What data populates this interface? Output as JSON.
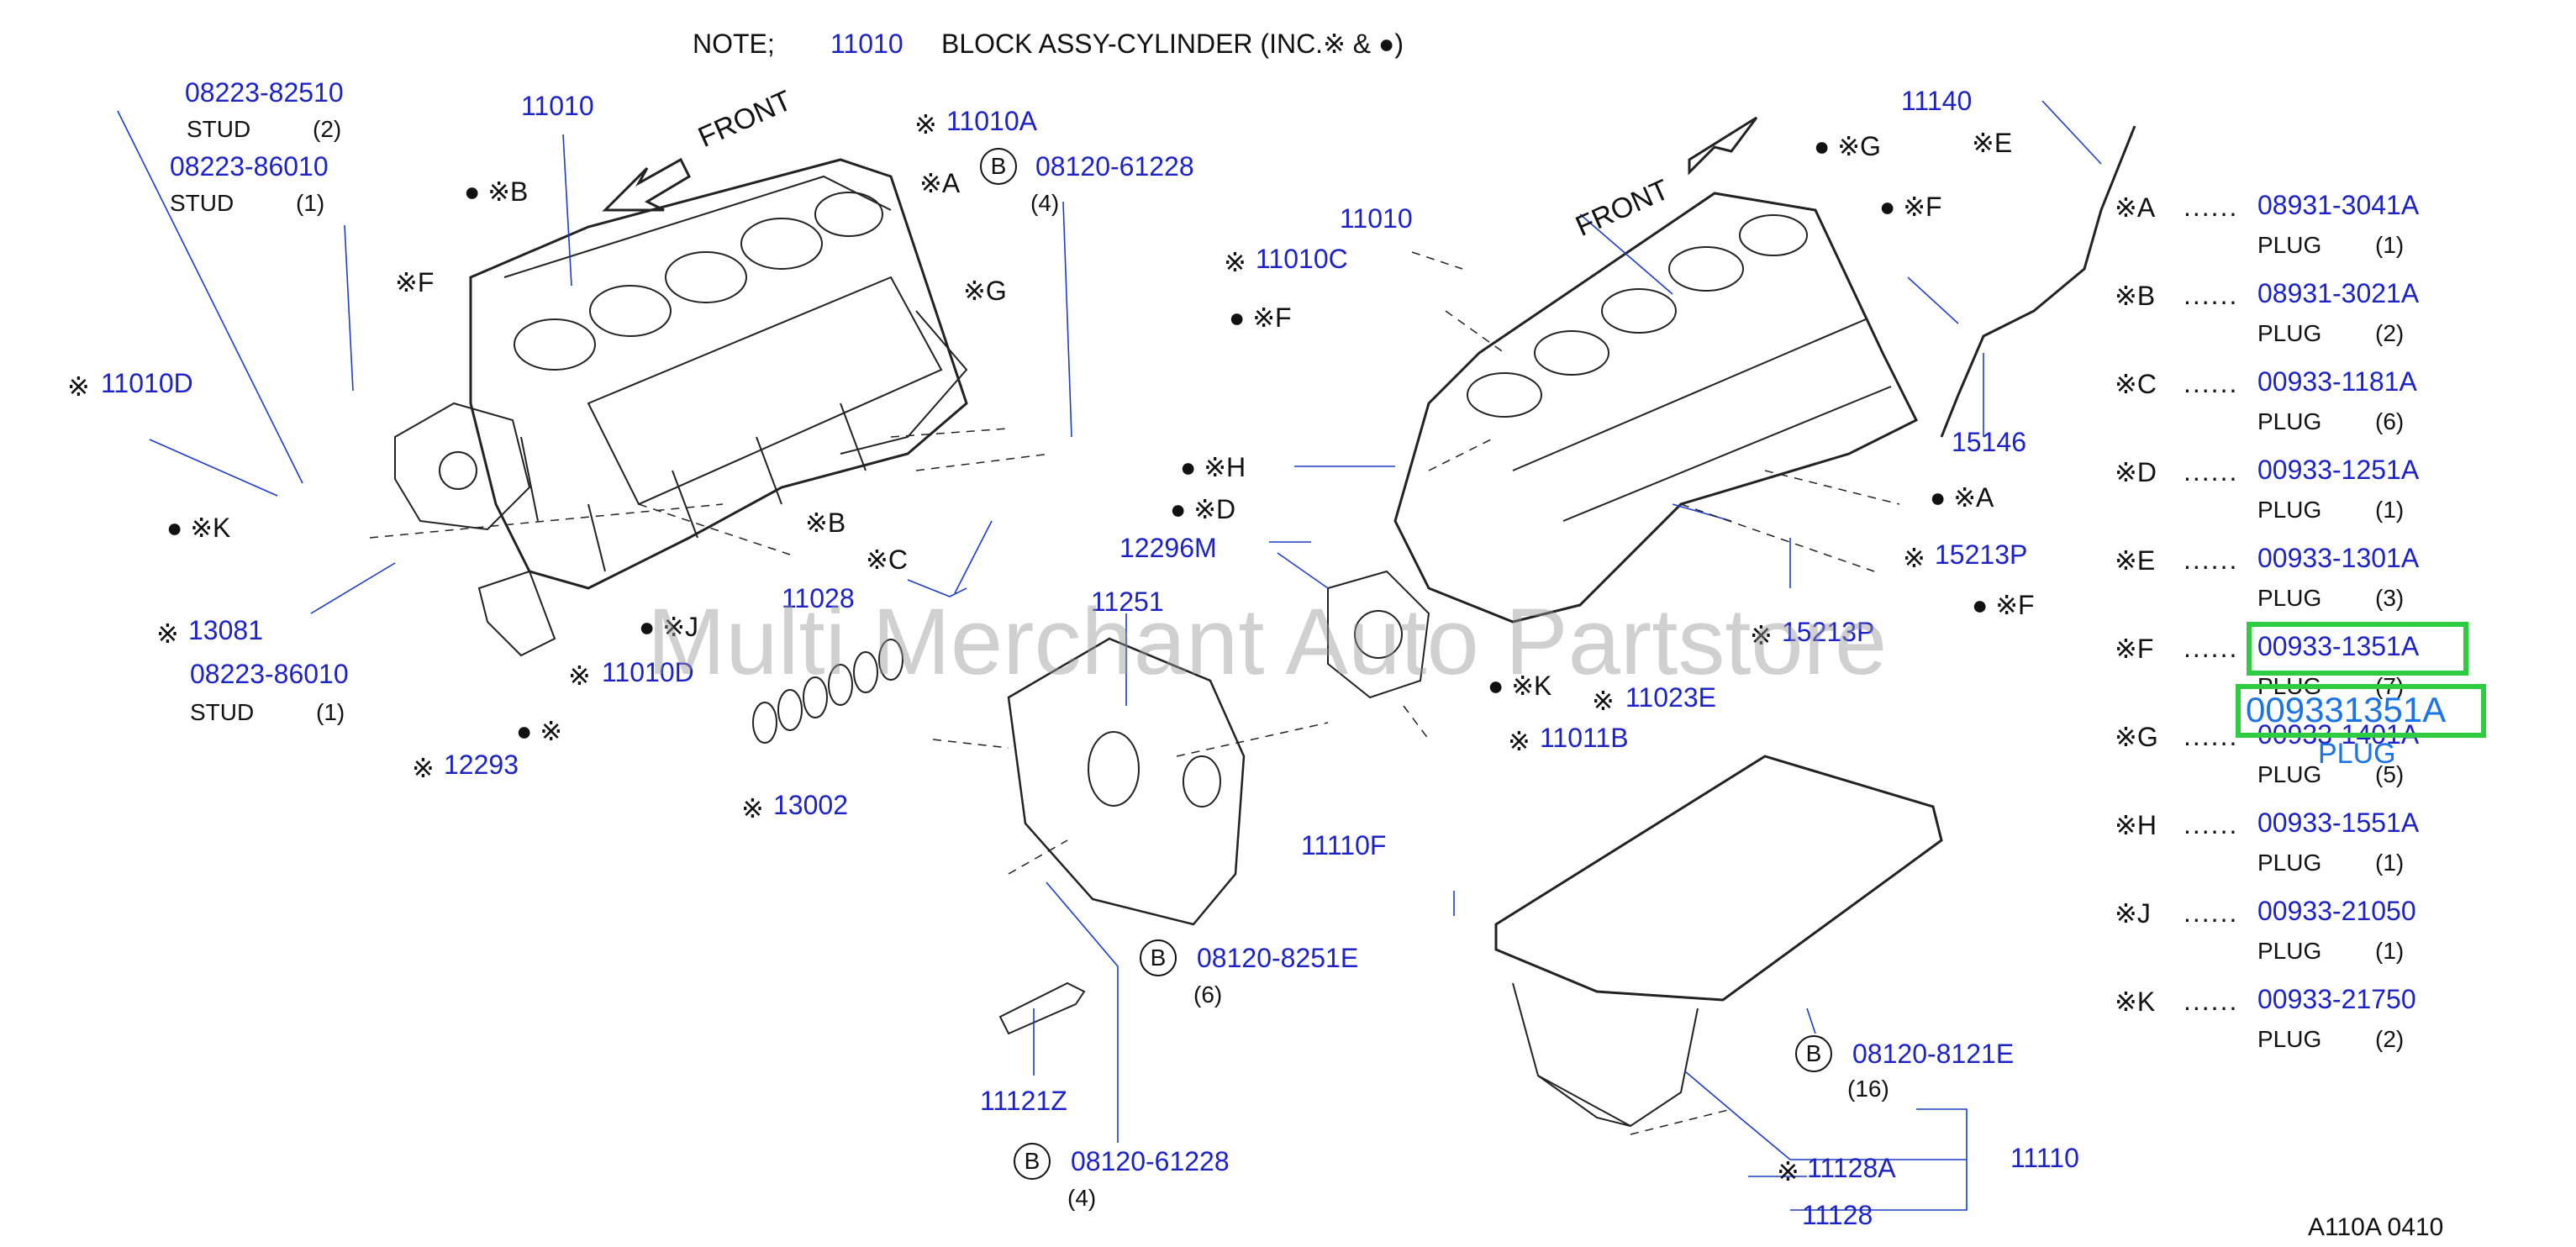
{
  "note": {
    "prefix": "NOTE;",
    "part": "11010",
    "text": "BLOCK  ASSY-CYLINDER  (INC.※ &  ●)"
  },
  "callouts": {
    "stud1_part": "08223-82510",
    "stud1_name": "STUD",
    "stud1_qty": "(2)",
    "stud2_part": "08223-86010",
    "stud2_name": "STUD",
    "stud2_qty": "(1)",
    "stud3_part": "08223-86010",
    "stud3_name": "STUD",
    "stud3_qty": "(1)",
    "block_left": "11010",
    "front_left": "FRONT",
    "p11010A": "11010A",
    "bolt61228_top": "08120-61228",
    "bolt61228_top_qty": "(4)",
    "b_label": "B",
    "p11010D_left": "11010D",
    "p13081": "13081",
    "p12293": "12293",
    "p11010D_bottom": "11010D",
    "p13002": "13002",
    "p11028": "11028",
    "block_right": "11010",
    "front_right": "FRONT",
    "p11010C": "11010C",
    "p11140": "11140",
    "p15146": "15146",
    "p12296M": "12296M",
    "p11251": "11251",
    "p15213P_a": "15213P",
    "p15213P_b": "15213P",
    "p11023E": "11023E",
    "p11011B": "11011B",
    "p11110F": "11110F",
    "bolt8251E": "08120-8251E",
    "bolt8251E_qty": "(6)",
    "p11121Z": "11121Z",
    "bolt61228_bottom": "08120-61228",
    "bolt61228_bottom_qty": "(4)",
    "bolt8121E": "08120-8121E",
    "bolt8121E_qty": "(16)",
    "p11128A": "11128A",
    "p11128": "11128",
    "p11110": "11110",
    "m_A": "●  ※A",
    "m_B": "●  ※B",
    "m_F_left": "※F",
    "m_K": "●  ※K",
    "m_A2": "※A",
    "m_G_left": "※G",
    "m_B2": "※B",
    "m_C": "※C",
    "m_J": "●  ※J",
    "m_dot_ref": "●  ※",
    "m_ref_13002": "※",
    "m_ref_11010D": "※",
    "m_ref_12293": "※",
    "m_ref_13081": "※",
    "m_ref_11010D_l": "※",
    "m_ref_11010A": "※",
    "m_G_right": "●  ※G",
    "m_E_right": "※E",
    "m_F_right": "●  ※F",
    "m_F_right2": "●  ※F",
    "m_H": "●  ※H",
    "m_D": "●  ※D",
    "m_A_right": "●  ※A",
    "m_F_r3": "●  ※F",
    "m_K_right": "●  ※K",
    "m_ref_11010C": "※",
    "m_ref_15213P_a": "※",
    "m_ref_15213P_b": "※",
    "m_ref_11023E": "※",
    "m_ref_11011B": "※",
    "m_ref_11128A": "※"
  },
  "legend": [
    {
      "sym": "※A",
      "part": "08931-3041A",
      "name": "PLUG",
      "qty": "(1)"
    },
    {
      "sym": "※B",
      "part": "08931-3021A",
      "name": "PLUG",
      "qty": "(2)"
    },
    {
      "sym": "※C",
      "part": "00933-1181A",
      "name": "PLUG",
      "qty": "(6)"
    },
    {
      "sym": "※D",
      "part": "00933-1251A",
      "name": "PLUG",
      "qty": "(1)"
    },
    {
      "sym": "※E",
      "part": "00933-1301A",
      "name": "PLUG",
      "qty": "(3)"
    },
    {
      "sym": "※F",
      "part": "00933-1351A",
      "name": "PLUG",
      "qty": "(7)"
    },
    {
      "sym": "※G",
      "part": "00933-1401A",
      "name": "PLUG",
      "qty": "(5)"
    },
    {
      "sym": "※H",
      "part": "00933-1551A",
      "name": "PLUG",
      "qty": "(1)"
    },
    {
      "sym": "※J",
      "part": "00933-21050",
      "name": "PLUG",
      "qty": "(1)"
    },
    {
      "sym": "※K",
      "part": "00933-21750",
      "name": "PLUG",
      "qty": "(2)"
    }
  ],
  "legend_dots": "......",
  "overlay": {
    "part": "009331351A",
    "name": "PLUG"
  },
  "watermark": "Multi Merchant Auto Partstore",
  "footer": "A110A   0410",
  "colors": {
    "link": "#1c22c9",
    "highlight": "#2ecc40",
    "overlay_text": "#1a73e8"
  }
}
